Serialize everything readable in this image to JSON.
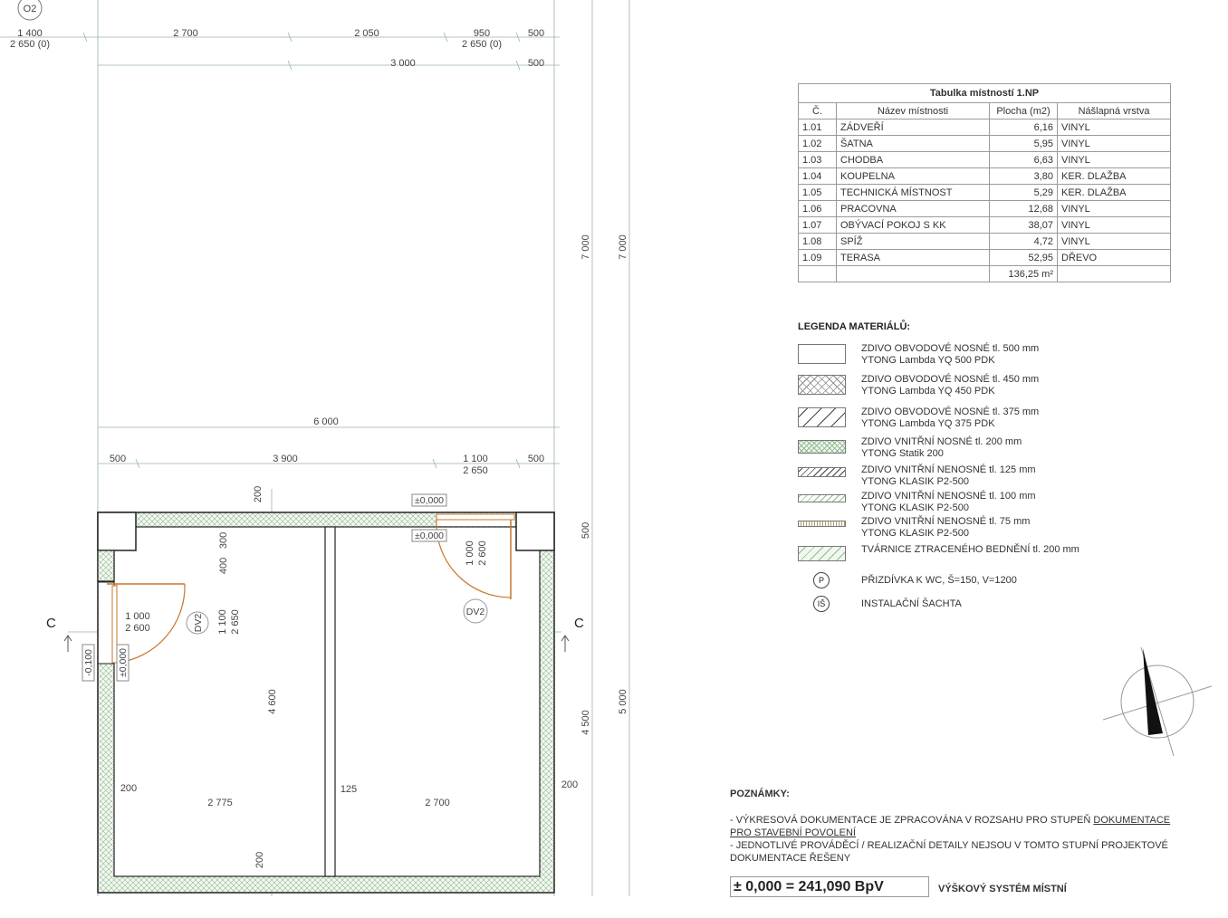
{
  "axis_label": "O2",
  "dims": {
    "top1": [
      "1 400",
      "2 700",
      "2 050",
      "950",
      "500"
    ],
    "top1_sub": [
      "2 650 (0)",
      "2 650 (0)"
    ],
    "top2": [
      "3 000",
      "500"
    ],
    "right_v": [
      "7 000",
      "7 000"
    ],
    "mid_total": "6 000",
    "mid_row": [
      "500",
      "3 900",
      "1 100",
      "500"
    ],
    "mid_row_sub": "2 650",
    "vert_200_top": "200",
    "vert_300": "300",
    "vert_400": "400",
    "vert_1100": "1 100",
    "vert_2650": "2 650",
    "vert_4600": "4 600",
    "vert_200_bot": "200",
    "door_left_w": "1 000",
    "door_left_h": "2 600",
    "door_right_w": "1 000",
    "door_right_h": "2 600",
    "right_500": "500",
    "right_4500": "4 500",
    "right_5000": "5 000",
    "bottom": [
      "200",
      "2 775",
      "125",
      "2 700",
      "200"
    ],
    "level_top1": "±0,000",
    "level_top2": "±0,000",
    "level_left1": "-0,100",
    "level_left2": "±0,000",
    "door_tag": "DV2",
    "section": "C"
  },
  "table": {
    "title": "Tabulka místností 1.NP",
    "headers": [
      "Č.",
      "Název místnosti",
      "Plocha (m2)",
      "Nášlapná vrstva"
    ],
    "rows": [
      [
        "1.01",
        "ZÁDVEŘÍ",
        "6,16",
        "VINYL"
      ],
      [
        "1.02",
        "ŠATNA",
        "5,95",
        "VINYL"
      ],
      [
        "1.03",
        "CHODBA",
        "6,63",
        "VINYL"
      ],
      [
        "1.04",
        "KOUPELNA",
        "3,80",
        "KER. DLAŽBA"
      ],
      [
        "1.05",
        "TECHNICKÁ MÍSTNOST",
        "5,29",
        "KER. DLAŽBA"
      ],
      [
        "1.06",
        "PRACOVNA",
        "12,68",
        "VINYL"
      ],
      [
        "1.07",
        "OBÝVACÍ POKOJ S KK",
        "38,07",
        "VINYL"
      ],
      [
        "1.08",
        "SPÍŽ",
        "4,72",
        "VINYL"
      ],
      [
        "1.09",
        "TERASA",
        "52,95",
        "DŘEVO"
      ]
    ],
    "total": "136,25 m²"
  },
  "legend": {
    "title": "LEGENDA MATERIÁLŮ:",
    "items": [
      {
        "line1": "ZDIVO OBVODOVÉ NOSNÉ tl. 500 mm",
        "line2": "YTONG Lambda YQ 500 PDK",
        "pattern": "plain"
      },
      {
        "line1": "ZDIVO OBVODOVÉ NOSNÉ tl. 450 mm",
        "line2": "YTONG Lambda YQ 450 PDK",
        "pattern": "cross"
      },
      {
        "line1": "ZDIVO OBVODOVÉ NOSNÉ tl. 375 mm",
        "line2": "YTONG Lambda YQ 375 PDK",
        "pattern": "diag-wide"
      },
      {
        "line1": "ZDIVO VNITŘNÍ NOSNÉ tl. 200 mm",
        "line2": "YTONG Statik 200",
        "pattern": "green-cross"
      },
      {
        "line1": "ZDIVO VNITŘNÍ NENOSNÉ tl. 125 mm",
        "line2": "YTONG KLASIK P2-500",
        "pattern": "diag"
      },
      {
        "line1": "ZDIVO VNITŘNÍ NENOSNÉ tl. 100 mm",
        "line2": "YTONG KLASIK P2-500",
        "pattern": "green-diag"
      },
      {
        "line1": "ZDIVO VNITŘNÍ NENOSNÉ tl. 75 mm",
        "line2": "YTONG KLASIK P2-500",
        "pattern": "vertical"
      },
      {
        "line1": "TVÁRNICE ZTRACENÉHO BEDNĚNÍ tl. 200 mm",
        "line2": "",
        "pattern": "green-wide"
      }
    ],
    "symbols": [
      {
        "glyph": "P",
        "text": "PŘIZDÍVKA K WC, Š=150, V=1200"
      },
      {
        "glyph": "IŠ",
        "text": "INSTALAČNÍ ŠACHTA"
      }
    ]
  },
  "notes": {
    "title": "POZNÁMKY:",
    "line1_a": "- VÝKRESOVÁ DOKUMENTACE JE ZPRACOVÁNA V ROZSAHU PRO STUPEŇ ",
    "line1_b": "DOKUMENTACE PRO STAVEBNÍ POVOLENÍ",
    "line2": "- JEDNOTLIVÉ PROVÁDĚCÍ / REALIZAČNÍ DETAILY NEJSOU V TOMTO STUPNÍ PROJEKTOVÉ DOKUMENTACE ŘEŠENY"
  },
  "height_system": {
    "value": "± 0,000 =  241,090 BpV",
    "label": "VÝŠKOVÝ SYSTÉM MÍSTNÍ"
  },
  "colors": {
    "wall_hatch": "#8fb98f",
    "door": "#c8762a",
    "dim_line": "#9ab0b0"
  }
}
